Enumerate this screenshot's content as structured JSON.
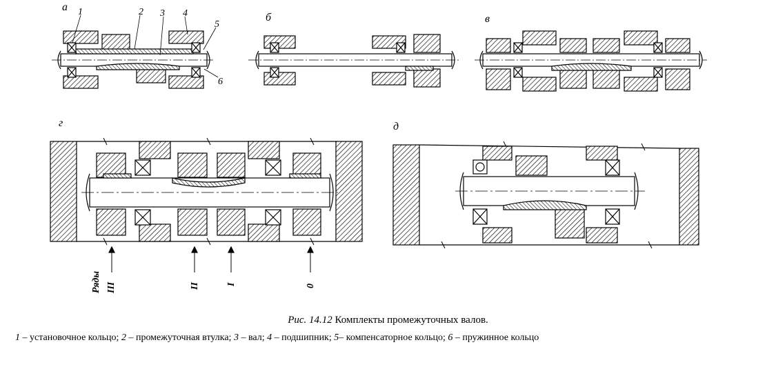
{
  "panels": [
    {
      "id": "a",
      "label": "а"
    },
    {
      "id": "b",
      "label": "б"
    },
    {
      "id": "v",
      "label": "в"
    },
    {
      "id": "g",
      "label": "г"
    },
    {
      "id": "d",
      "label": "д"
    }
  ],
  "callouts": [
    "1",
    "2",
    "3",
    "4",
    "5",
    "6"
  ],
  "rows_title": "Ряды",
  "rows": [
    "III",
    "II",
    "I",
    "0"
  ],
  "caption": {
    "figure_no": "Рис. 14.12",
    "title": "Комплекты промежуточных валов."
  },
  "legend": [
    {
      "num": "1",
      "text": " – установочное кольцо; "
    },
    {
      "num": "2",
      "text": " – промежуточная втулка; "
    },
    {
      "num": "3",
      "text": " – вал; "
    },
    {
      "num": "4",
      "text": " – подшипник; "
    },
    {
      "num": "5",
      "text": "– компенсаторное кольцо; "
    },
    {
      "num": "6",
      "text": " – пружинное кольцо"
    }
  ]
}
